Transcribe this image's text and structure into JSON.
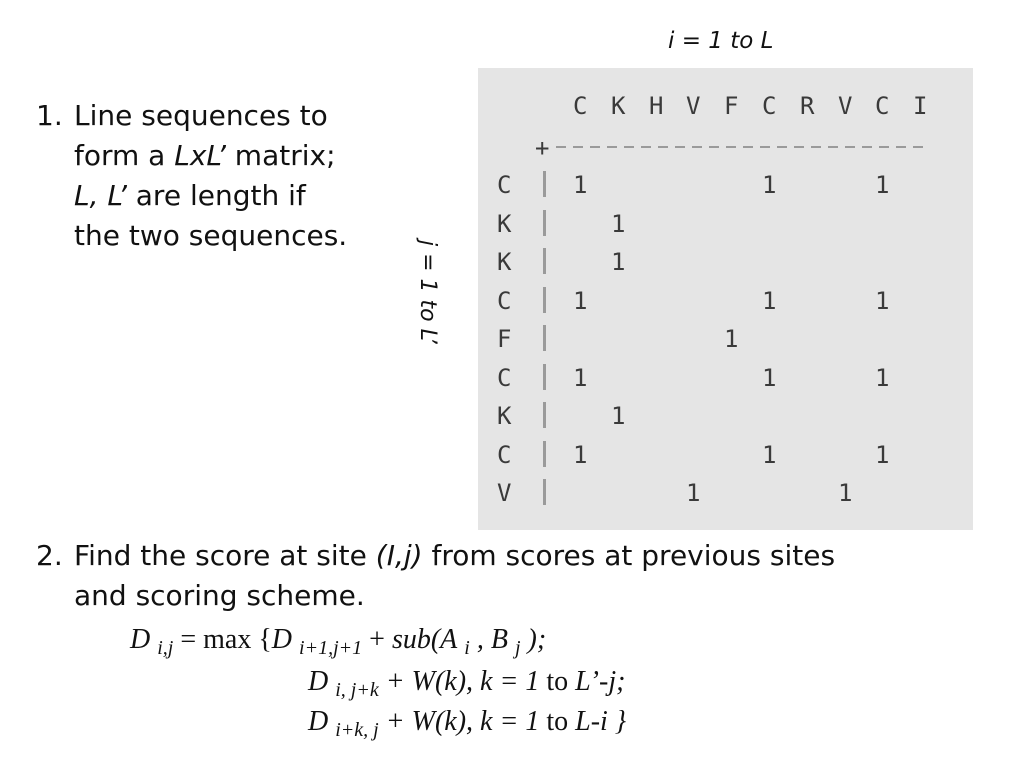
{
  "axis": {
    "i_label": "i = 1 to L",
    "j_label": "j = 1 to L’"
  },
  "point1": {
    "number": "1.",
    "line1": "Line sequences to",
    "line2_a": "form  a ",
    "line2_b": "LxL’",
    "line2_c": " matrix;",
    "line3_a": "L, L’",
    "line3_b": " are length if",
    "line4": "the two sequences."
  },
  "matrix": {
    "columns": [
      "C",
      "K",
      "H",
      "V",
      "F",
      "C",
      "R",
      "V",
      "C",
      "I"
    ],
    "rows": [
      {
        "label": "C",
        "ones": [
          0,
          5,
          8
        ]
      },
      {
        "label": "K",
        "ones": [
          1
        ]
      },
      {
        "label": "K",
        "ones": [
          1
        ]
      },
      {
        "label": "C",
        "ones": [
          0,
          5,
          8
        ]
      },
      {
        "label": "F",
        "ones": [
          4
        ]
      },
      {
        "label": "C",
        "ones": [
          0,
          5,
          8
        ]
      },
      {
        "label": "K",
        "ones": [
          1
        ]
      },
      {
        "label": "C",
        "ones": [
          0,
          5,
          8
        ]
      },
      {
        "label": "V",
        "ones": [
          3,
          7
        ]
      }
    ],
    "one_value": "1",
    "plus": "+"
  },
  "point2": {
    "number": "2.",
    "line1_a": "Find the score at site ",
    "line1_b": "(I,j)",
    "line1_c": " from scores at previous sites",
    "line2": "and scoring scheme."
  },
  "formula": {
    "l1_D": "D",
    "l1_sub1": "i,j",
    "l1_eq": " = max {",
    "l1_D2": "D",
    "l1_sub2": "i+1,j+1",
    "l1_plus": " + ",
    "l1_sub": "sub(A",
    "l1_sub3": "i",
    "l1_comma": " , B",
    "l1_sub4": "j",
    "l1_end": " );",
    "l2_D": "D",
    "l2_sub": "i, j+k",
    "l2_rest_a": " + W(k), k = 1 ",
    "l2_to": "to",
    "l2_rest_b": " L’-j;",
    "l3_D": "D",
    "l3_sub": "i+k, j",
    "l3_rest_a": " + W(k),  k = 1 ",
    "l3_to": "to",
    "l3_rest_b": " L-i    }"
  }
}
